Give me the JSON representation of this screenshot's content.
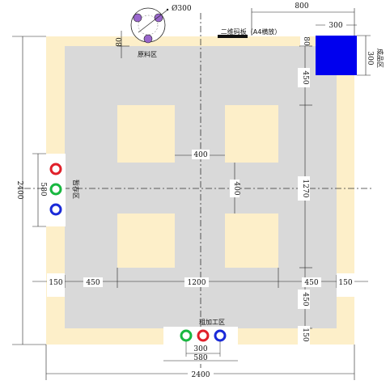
{
  "labels": {
    "raw_zone": "原料区",
    "diameter": "Ø300",
    "qr_board": "二维码板（A4横放）",
    "finished_zone": "成品区",
    "storage_zone": "暂存区",
    "rough_zone": "粗加工区"
  },
  "dimensions": {
    "overall_width": "2400",
    "overall_height": "2400",
    "qr_offset": "800",
    "finished_width": "300",
    "finished_height": "300",
    "raw_offset": "80",
    "top_margin_right": "80",
    "upper_gap": "450",
    "block_gap_horizontal": "400",
    "block_gap_vertical": "400",
    "storage_span": "580",
    "inner_span_vertical": "1270",
    "left_margin": "150",
    "left_gap": "450",
    "inner_span_horizontal": "1200",
    "right_gap": "450",
    "right_margin": "150",
    "lower_gap": "450",
    "bottom_margin": "150",
    "rough_inner": "300",
    "rough_outer": "580"
  },
  "colors": {
    "outer_field": "#fdefc9",
    "inner_field": "#d9d9d9",
    "block": "#fdefc9",
    "finished_zone": "#0000ee",
    "raw_circle": "#9966cc",
    "ring_red": "#e0202a",
    "ring_green": "#18b840",
    "ring_blue": "#1a2ad8"
  }
}
